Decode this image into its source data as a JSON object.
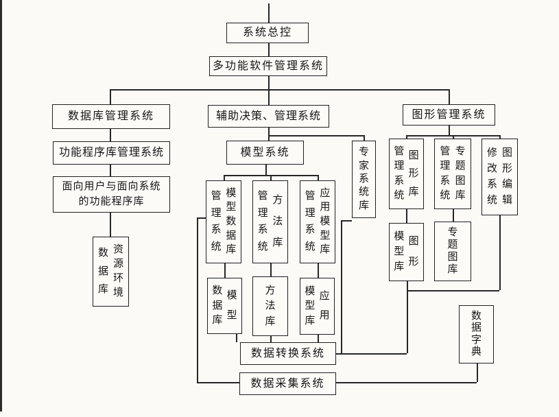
{
  "diagram": {
    "colors": {
      "line": "#262626",
      "box_border": "#1f1f1f",
      "text": "#141414",
      "background": "#fbfaf7"
    },
    "nodes": {
      "sys_master": {
        "label": "系统总控"
      },
      "multi_software": {
        "label": "多功能软件管理系统"
      },
      "db_mgmt": {
        "label": "数据库管理系统"
      },
      "func_lib_mgmt": {
        "label": "功能程序库管理系统"
      },
      "user_sys_func_lib": {
        "label": "面向用户与面向系统\n的功能程序库"
      },
      "resource_env_db": {
        "label": "资源环境数据库",
        "cols": [
          "资源环境",
          "数据库"
        ]
      },
      "aux_decision_mgmt": {
        "label": "辅助决策、管理系统"
      },
      "model_system": {
        "label": "模型系统"
      },
      "expert_sys_lib": {
        "label": "专家系统库",
        "cols": [
          "专家系统库"
        ]
      },
      "model_db_mgmt": {
        "label": "模型数据库管理系统",
        "cols": [
          "模型数据库",
          "管理系统"
        ]
      },
      "method_lib_mgmt": {
        "label": "方法库管理系统",
        "cols": [
          "方法库",
          "管理系统"
        ]
      },
      "app_model_lib_mgmt": {
        "label": "应用模型库管理系统",
        "cols": [
          "应用模型库",
          "管理系统"
        ]
      },
      "model_db": {
        "label": "模型数据库",
        "cols": [
          "模型",
          "数据库"
        ]
      },
      "method_lib": {
        "label": "方法库",
        "cols": [
          "方法库"
        ]
      },
      "app_model_lib": {
        "label": "应用模型库",
        "cols": [
          "应用",
          "模型库"
        ]
      },
      "graphics_mgmt": {
        "label": "图形管理系统"
      },
      "graphics_lib_mgmt": {
        "label": "图形库管理系统",
        "cols": [
          "图形库",
          "管理系统"
        ]
      },
      "theme_map_mgmt": {
        "label": "专题图库管理系统",
        "cols": [
          "专题图库",
          "管理系统"
        ]
      },
      "graphics_edit": {
        "label": "图形编辑修改系统",
        "cols": [
          "图形编辑",
          "修改系统"
        ]
      },
      "graphics_model_lib": {
        "label": "图形模型库",
        "cols": [
          "图形",
          "模型库"
        ]
      },
      "theme_map_lib": {
        "label": "专题图库",
        "cols": [
          "专题图库"
        ]
      },
      "data_dict": {
        "label": "数据字典",
        "cols": [
          "数据字典"
        ]
      },
      "data_convert": {
        "label": "数据转换系统"
      },
      "data_collect": {
        "label": "数据采集系统"
      }
    },
    "edges": [
      "sys_master-multi_software",
      "multi_software-db_mgmt",
      "multi_software-aux_decision_mgmt",
      "multi_software-graphics_mgmt",
      "db_mgmt-func_lib_mgmt",
      "func_lib_mgmt-user_sys_func_lib",
      "user_sys_func_lib-resource_env_db",
      "aux_decision_mgmt-model_system",
      "aux_decision_mgmt-expert_sys_lib",
      "model_system-model_db_mgmt",
      "model_system-method_lib_mgmt",
      "model_system-app_model_lib_mgmt",
      "model_db_mgmt-model_db",
      "method_lib_mgmt-method_lib",
      "app_model_lib_mgmt-app_model_lib",
      "model_db-data_convert",
      "method_lib-data_convert",
      "app_model_lib-data_convert",
      "model_db_mgmt-data_collect",
      "expert_sys_lib-data_convert",
      "graphics_model_lib-data_convert",
      "graphics_edit-data_convert",
      "graphics_mgmt-graphics_lib_mgmt",
      "graphics_mgmt-theme_map_mgmt",
      "graphics_mgmt-graphics_edit",
      "graphics_lib_mgmt-graphics_model_lib",
      "theme_map_mgmt-theme_map_lib",
      "data_collect-data_dict"
    ]
  }
}
